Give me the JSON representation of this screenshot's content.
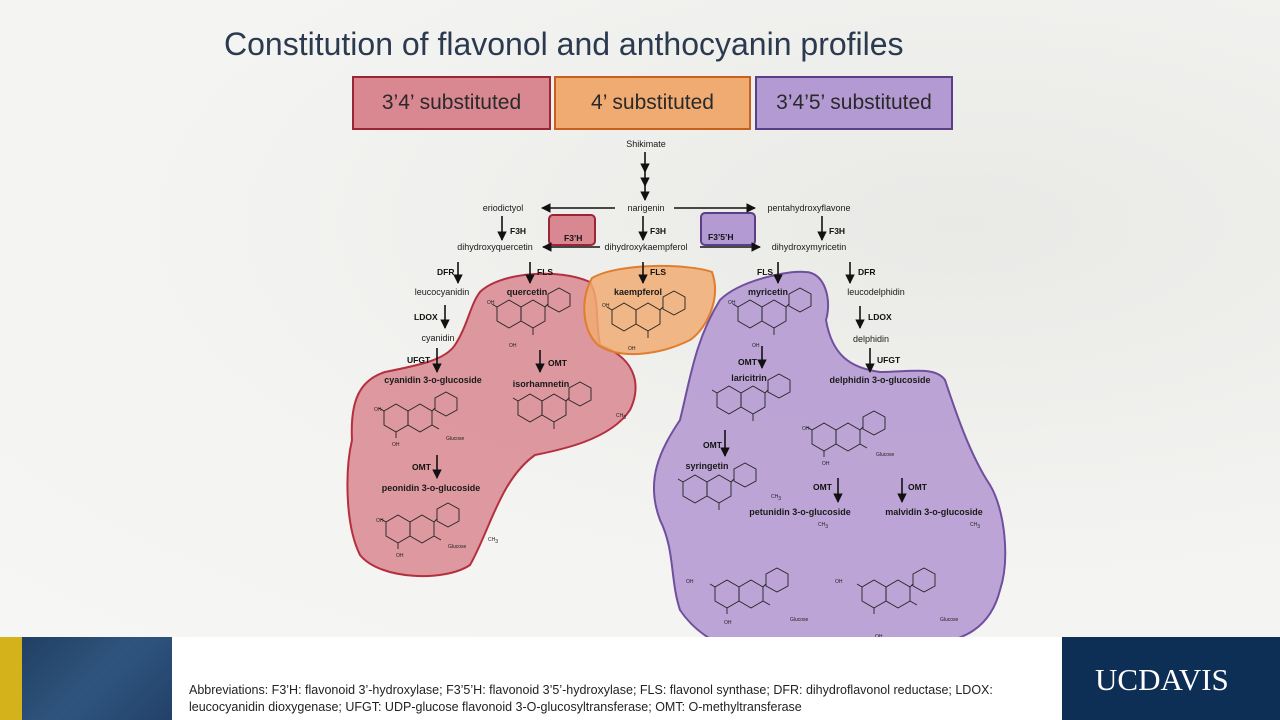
{
  "slide": {
    "title": "Constitution of flavonol and anthocyanin profiles",
    "headers": [
      "3’4’ substituted",
      "4’ substituted",
      "3’4’5’ substituted"
    ],
    "colors": {
      "red_fill": "#d98790",
      "red_border": "#9d2434",
      "orange_fill": "#f0ab73",
      "orange_border": "#c95f1d",
      "purple_fill": "#b49ad2",
      "purple_border": "#5a3e86",
      "title": "#2b3a4e",
      "footer_navy": "#0e2f55",
      "footer_gold": "#d4b21c"
    },
    "abbreviations_line1": "Abbreviations: F3’H: flavonoid 3’-hydroxylase; F3’5’H: flavonoid 3’5’-hydroxylase; FLS: flavonol synthase; DFR: dihydroflavonol reductase; LDOX:",
    "abbreviations_line2": "leucocyanidin dioxygenase; UFGT: UDP-glucose flavonoid 3-O-glucosyltransferase; OMT: O-methyltransferase",
    "logo": "UCDAVIS"
  },
  "pathway": {
    "compounds": {
      "shikimate": "Shikimate",
      "narigenin": "narigenin",
      "eriodictyol": "eriodictyol",
      "pentahydroxyflavone": "pentahydroxyflavone",
      "dihydroxyquercetin": "dihydroxyquercetin",
      "dihydroxykaempferol": "dihydroxykaempferol",
      "dihydroxymyricetin": "dihydroxymyricetin",
      "leucocyanidin": "leucocyanidin",
      "cyanidin": "cyanidin",
      "quercetin": "quercetin",
      "kaempferol": "kaempferol",
      "myricetin": "myricetin",
      "leucodelphidin": "leucodelphidin",
      "delphidin": "delphidin",
      "cyanidin_glucoside": "cyanidin  3-o-glucoside",
      "isorhamnetin": "isorhamnetin",
      "laricitrin": "laricitrin",
      "delphidin_glucoside": "delphidin 3-o-glucoside",
      "peonidin_glucoside": "peonidin  3-o-glucoside",
      "syringetin": "syringetin",
      "petunidin_glucoside": "petunidin 3-o-glucoside",
      "malvidin_glucoside": "malvidin 3-o-glucoside"
    },
    "enzymes": {
      "f3h": "F3H",
      "f3prime_h": "F3’H",
      "f35prime_h": "F3’5’H",
      "fls": "FLS",
      "dfr": "DFR",
      "ldox": "LDOX",
      "ufgt": "UFGT",
      "omt": "OMT"
    },
    "structure_labels": {
      "oh": "OH",
      "glucose": "Glucose",
      "ch3": "CH",
      "subscript3": "3"
    }
  }
}
